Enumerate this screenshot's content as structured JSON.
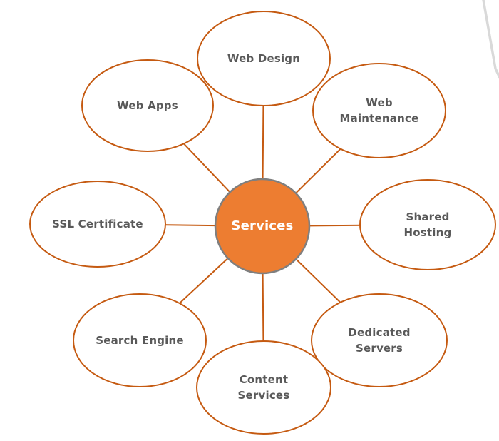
{
  "diagram": {
    "type": "radial",
    "center": {
      "label": "Services"
    },
    "nodes": [
      {
        "id": "web-design",
        "label": "Web Design"
      },
      {
        "id": "web-maintenance",
        "label": "Web Maintenance"
      },
      {
        "id": "shared-hosting",
        "label": "Shared Hosting"
      },
      {
        "id": "dedicated-servers",
        "label": "Dedicated Servers"
      },
      {
        "id": "content-services",
        "label": "Content Services"
      },
      {
        "id": "search-engine",
        "label": "Search Engine"
      },
      {
        "id": "ssl-certificate",
        "label": "SSL Certificate"
      },
      {
        "id": "web-apps",
        "label": "Web Apps"
      }
    ],
    "colors": {
      "background": "#FFFFFF",
      "node_fill": "#FFFFFF",
      "node_border": "#C55A11",
      "connector": "#C55A11",
      "center_fill": "#ED7D31",
      "center_border": "#7F7F7F",
      "label_text": "#595959",
      "center_text": "#FFFFFF",
      "corner_mark": "#D9D9D9"
    }
  }
}
